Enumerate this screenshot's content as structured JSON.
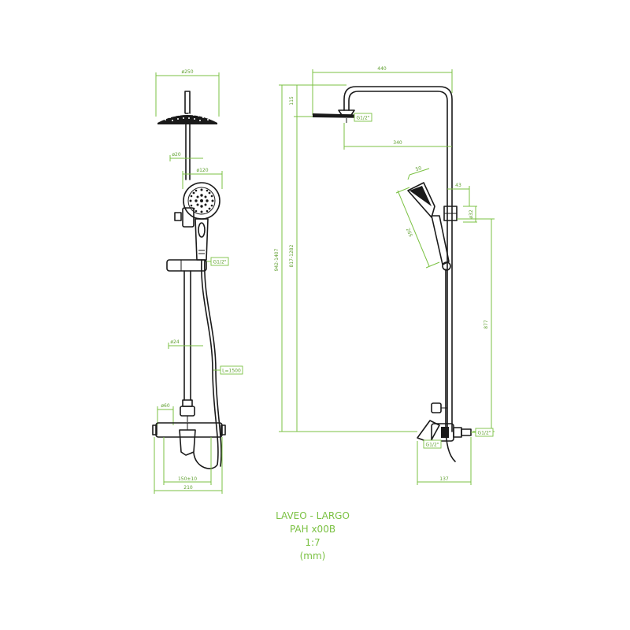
{
  "title_block": {
    "line1": "LAVEO - LARGO",
    "line2": "PAH x00B",
    "line3": "1:7",
    "line4": "(mm)"
  },
  "front_view": {
    "head_diameter": "ø250",
    "arm_diameter": "ø20",
    "hand_shower_diameter": "ø120",
    "hand_connector": "G1/2\"",
    "rail_diameter": "ø24",
    "hose_length": "L=1500",
    "mixer_diameter": "ø60",
    "inlet_spacing": "150±10",
    "mixer_width": "210"
  },
  "side_view": {
    "total_reach": "440",
    "head_offset": "115",
    "head_connector": "G1/2\"",
    "arm_reach": "340",
    "total_height": "942-1407",
    "height_range": "817-1282",
    "hand_head_width": "50",
    "hand_head_length": "265",
    "holder_offset": "43",
    "holder_diameter": "ø32",
    "rail_height": "877",
    "inlet_connector": "G1/2\"",
    "mixer_outlet": "G1/2\"",
    "mixer_depth": "137"
  },
  "colors": {
    "line": "#1a1a1a",
    "dimension": "#7bc143"
  }
}
